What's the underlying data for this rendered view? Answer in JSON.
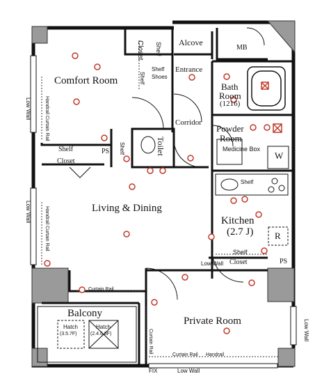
{
  "rooms": {
    "comfort_room": "Comfort Room",
    "living_dining": "Living & Dining",
    "kitchen": "Kitchen",
    "kitchen_size": "(2.7 J)",
    "private_room": "Private Room",
    "balcony": "Balcony",
    "bath_room": "Bath",
    "bath_room_2": "Room",
    "bath_size": "(1216)",
    "powder_room": "Powder",
    "powder_room_2": "Room",
    "alcove": "Alcove",
    "entrance": "Entrance",
    "corridor": "Corridor",
    "toilet": "Toilet"
  },
  "fixtures": {
    "mb": "MB",
    "closet_top": "Closet",
    "shelf_top": "Shelf",
    "shelf_entrance": "Shelf",
    "shoes": "Shoes",
    "shelf_comfort": "Shelf",
    "shelf_left": "Shelf",
    "closet_left": "Closet",
    "ps_left": "PS",
    "shelf_toilet": "Shelf",
    "medicine_box": "Medicine Box",
    "w": "W",
    "shelf_kitchen": "Shelf",
    "r": "R",
    "shelf_private": "Shelf",
    "closet_private": "Closet",
    "ps_right": "PS",
    "hatch_1": "Hatch",
    "hatch_1_size": "(3.5.7F)",
    "hatch_2": "Hatch",
    "hatch_2_size": "(2.4.6.8F)"
  },
  "annotations": {
    "low_wall_1": "Low Wall",
    "low_wall_2": "Low Wall",
    "low_wall_3": "Low Wall",
    "low_wall_4": "Low Wall",
    "low_wall_5": "Low Wall",
    "handrail_curtain_1": "Handrail Curtain Rail",
    "handrail_curtain_2": "Handrail Curtain Rail",
    "curtain_rail_1": "Curtain Rail",
    "curtain_rail_2": "Curtain Rail",
    "curtain_rail_3": "Curtain Rail",
    "handrail": "Handrail",
    "fix": "FIX"
  },
  "colors": {
    "wall": "#111111",
    "column": "#9a9a9a",
    "outlet": "#c0392b",
    "dotted": "#333333"
  }
}
